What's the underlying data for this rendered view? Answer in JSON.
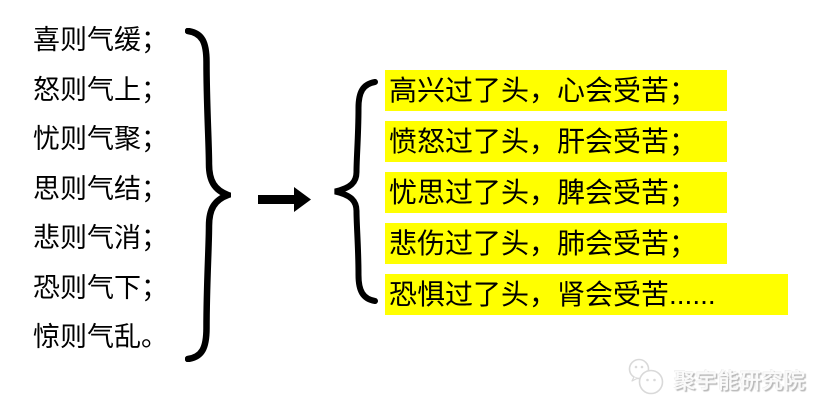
{
  "diagram": {
    "left_column": {
      "lines": [
        "喜则气缓；",
        "怒则气上；",
        "忧则气聚；",
        "思则气结；",
        "悲则气消；",
        "恐则气下；",
        "惊则气乱。"
      ]
    },
    "right_column": {
      "lines": [
        "高兴过了头，心会受苦；",
        "愤怒过了头，肝会受苦；",
        "忧思过了头，脾会受苦；",
        "悲伤过了头，肺会受苦；",
        "恐惧过了头，肾会受苦......"
      ],
      "highlight_color": "#ffff00"
    },
    "icons": {
      "arrow": "right-arrow-icon",
      "left_brace": "closing-curly-brace-icon",
      "right_brace": "opening-curly-brace-icon",
      "watermark_logo": "speech-bubbles-icon"
    },
    "watermark": {
      "brand_text": "聚宇能研究院"
    },
    "colors": {
      "background": "#ffffff",
      "text": "#000000",
      "highlight": "#ffff00",
      "watermark_text": "#fafafa"
    }
  }
}
